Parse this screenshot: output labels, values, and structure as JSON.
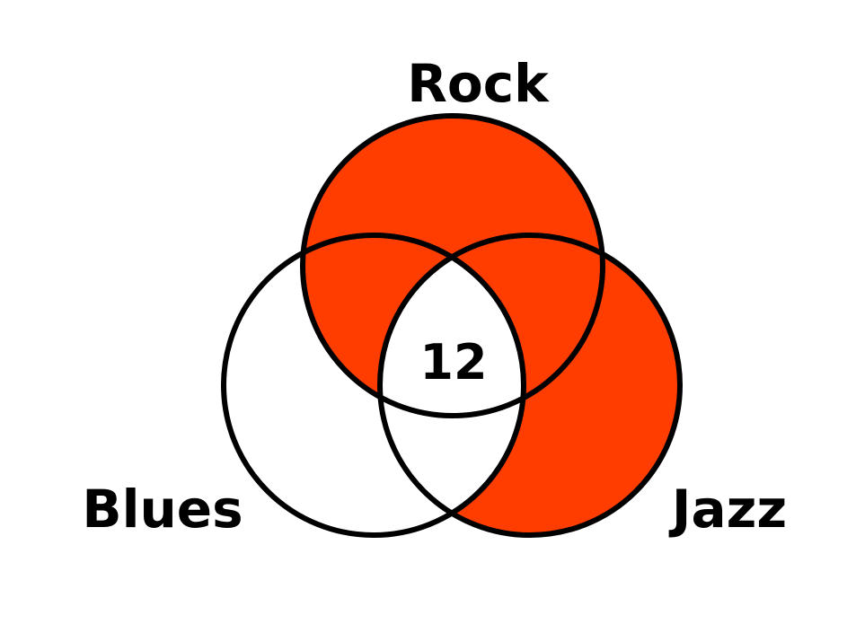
{
  "diagram": {
    "type": "venn",
    "sets": [
      {
        "id": "rock",
        "label": "Rock"
      },
      {
        "id": "blues",
        "label": "Blues"
      },
      {
        "id": "jazz",
        "label": "Jazz"
      }
    ],
    "center_value": "12",
    "shaded_regions": [
      "rock-only",
      "jazz-only",
      "rock-and-jazz-not-blues",
      "rock-and-blues-not-jazz"
    ],
    "unshaded_regions": [
      "blues-only",
      "blues-and-jazz-not-rock",
      "rock-blues-jazz"
    ],
    "colors": {
      "shade": "#FF3D00",
      "outline": "#000000",
      "background": "#FFFFFF"
    }
  }
}
